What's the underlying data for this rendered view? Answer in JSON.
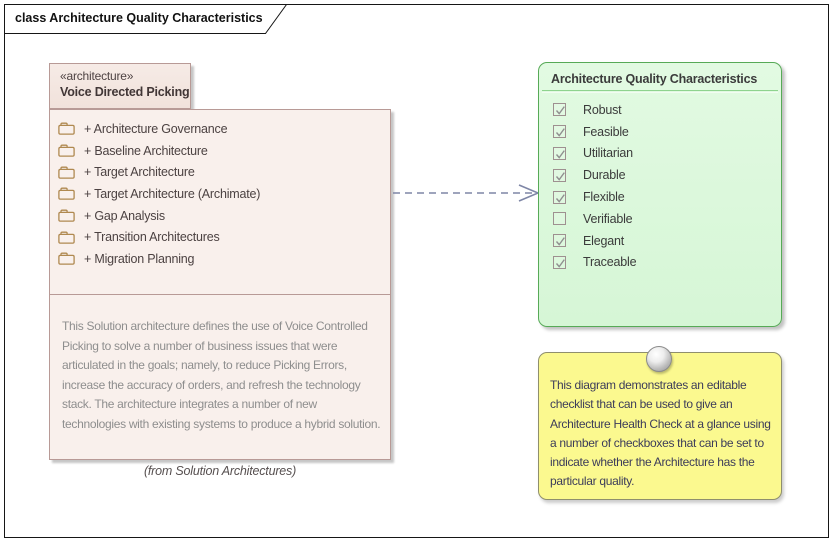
{
  "frame": {
    "title": "class Architecture Quality Characteristics"
  },
  "class_element": {
    "stereotype": "«architecture»",
    "name": "Voice Directed Picking",
    "items": [
      {
        "label": "+ Architecture Governance"
      },
      {
        "label": "+ Baseline Architecture"
      },
      {
        "label": "+ Target Architecture"
      },
      {
        "label": "+ Target Architecture (Archimate)"
      },
      {
        "label": "+ Gap Analysis"
      },
      {
        "label": "+ Transition Architectures"
      },
      {
        "label": "+ Migration Planning"
      }
    ],
    "description": "This Solution architecture defines the use of Voice Controlled Picking to solve a number of business issues that were articulated in the goals; namely, to reduce Picking Errors, increase the accuracy of orders, and refresh the technology stack. The architecture integrates a number of new technologies with existing systems to produce a hybrid solution.",
    "from_note": "(from Solution Architectures)"
  },
  "checklist": {
    "title": "Architecture Quality Characteristics",
    "items": [
      {
        "label": "Robust",
        "checked": true
      },
      {
        "label": "Feasible",
        "checked": true
      },
      {
        "label": "Utilitarian",
        "checked": true
      },
      {
        "label": "Durable",
        "checked": true
      },
      {
        "label": "Flexible",
        "checked": true
      },
      {
        "label": "Verifiable",
        "checked": false
      },
      {
        "label": "Elegant",
        "checked": true
      },
      {
        "label": "Traceable",
        "checked": true
      }
    ]
  },
  "note": {
    "text": "This diagram demonstrates an editable checklist that can be used to give an Architecture Health Check at a glance using a number of checkboxes that can be set to indicate whether the Architecture has the particular quality."
  },
  "colors": {
    "class_fill": "#f9f0ec",
    "class_header_fill": "#f3e5df",
    "class_border": "#b89a96",
    "folder_icon": "#b08950",
    "checklist_fill": "#d9f7d9",
    "checklist_border": "#57aa57",
    "note_fill": "#fbf98f",
    "note_border": "#8f8f6d",
    "connector": "#7e86a6"
  }
}
